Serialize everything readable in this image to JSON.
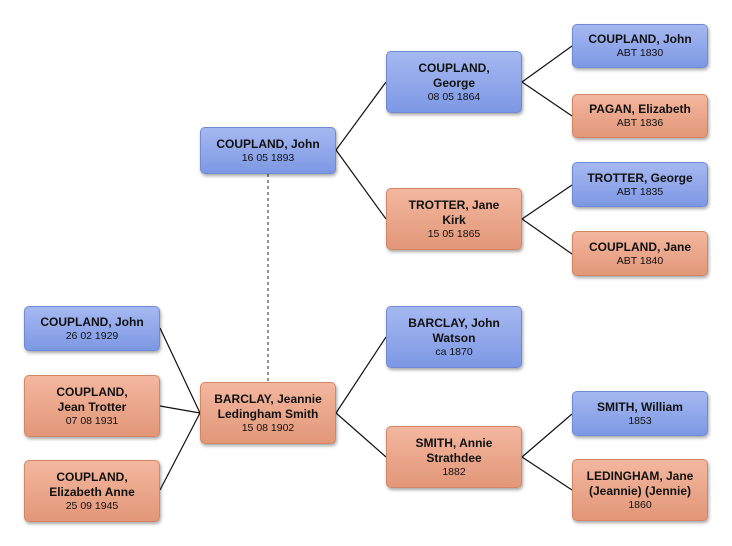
{
  "people": {
    "john_1893": {
      "name": "COUPLAND, John",
      "date": "16 05 1893"
    },
    "jeannie": {
      "name": "BARCLAY, Jeannie Ledingham Smith",
      "date": "15 08 1902"
    },
    "george_1864": {
      "name": "COUPLAND, George",
      "date": "08 05 1864"
    },
    "jane_kirk": {
      "name": "TROTTER, Jane Kirk",
      "date": "15 05 1865"
    },
    "john_watson": {
      "name": "BARCLAY, John Watson",
      "date": "ca 1870"
    },
    "annie": {
      "name": "SMITH, Annie Strathdee",
      "date": "1882"
    },
    "john_1830": {
      "name": "COUPLAND, John",
      "date": "ABT 1830"
    },
    "elizabeth_pagan": {
      "name": "PAGAN, Elizabeth",
      "date": "ABT 1836"
    },
    "george_trotter": {
      "name": "TROTTER, George",
      "date": "ABT 1835"
    },
    "jane_coupland": {
      "name": "COUPLAND, Jane",
      "date": "ABT 1840"
    },
    "william_smith": {
      "name": "SMITH, William",
      "date": "1853"
    },
    "jane_ledingham": {
      "name": "LEDINGHAM, Jane (Jeannie) (Jennie)",
      "date": "1860"
    },
    "john_1929": {
      "name": "COUPLAND, John",
      "date": "26 02 1929"
    },
    "jean_trotter": {
      "name": "COUPLAND, Jean Trotter",
      "date": "07 08 1931"
    },
    "elizabeth_anne": {
      "name": "COUPLAND, Elizabeth Anne",
      "date": "25 09 1945"
    }
  },
  "colors": {
    "male": "#8aa3ea",
    "female": "#eaa385",
    "line": "#111111"
  }
}
